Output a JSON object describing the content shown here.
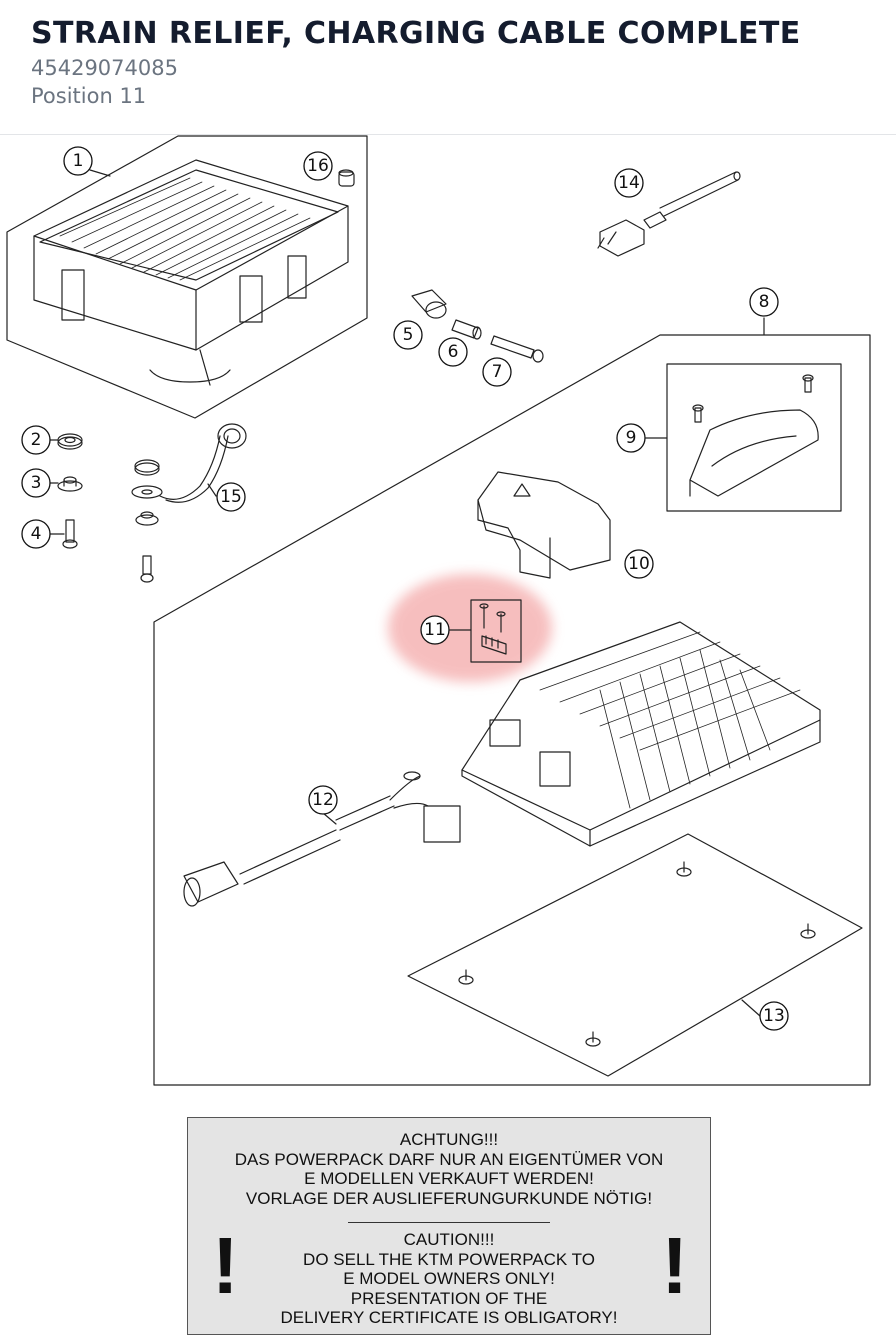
{
  "header": {
    "title": "STRAIN RELIEF, CHARGING CABLE COMPLETE",
    "part_number": "45429074085",
    "position": "Position 11"
  },
  "diagram": {
    "callouts": [
      "1",
      "2",
      "3",
      "4",
      "5",
      "6",
      "7",
      "8",
      "9",
      "10",
      "11",
      "12",
      "13",
      "14",
      "15",
      "16"
    ],
    "highlight_color": "#f08a8a",
    "highlighted_callout": "11"
  },
  "warning": {
    "de_lines": [
      "ACHTUNG!!!",
      "DAS POWERPACK DARF NUR AN EIGENTÜMER VON",
      "E MODELLEN VERKAUFT WERDEN!",
      "VORLAGE DER AUSLIEFERUNGURKUNDE NÖTIG!"
    ],
    "en_lines": [
      "CAUTION!!!",
      "DO SELL THE KTM POWERPACK TO",
      "E MODEL OWNERS ONLY!",
      "PRESENTATION OF THE",
      "DELIVERY CERTIFICATE IS OBLIGATORY!"
    ],
    "exclamation": "!"
  }
}
